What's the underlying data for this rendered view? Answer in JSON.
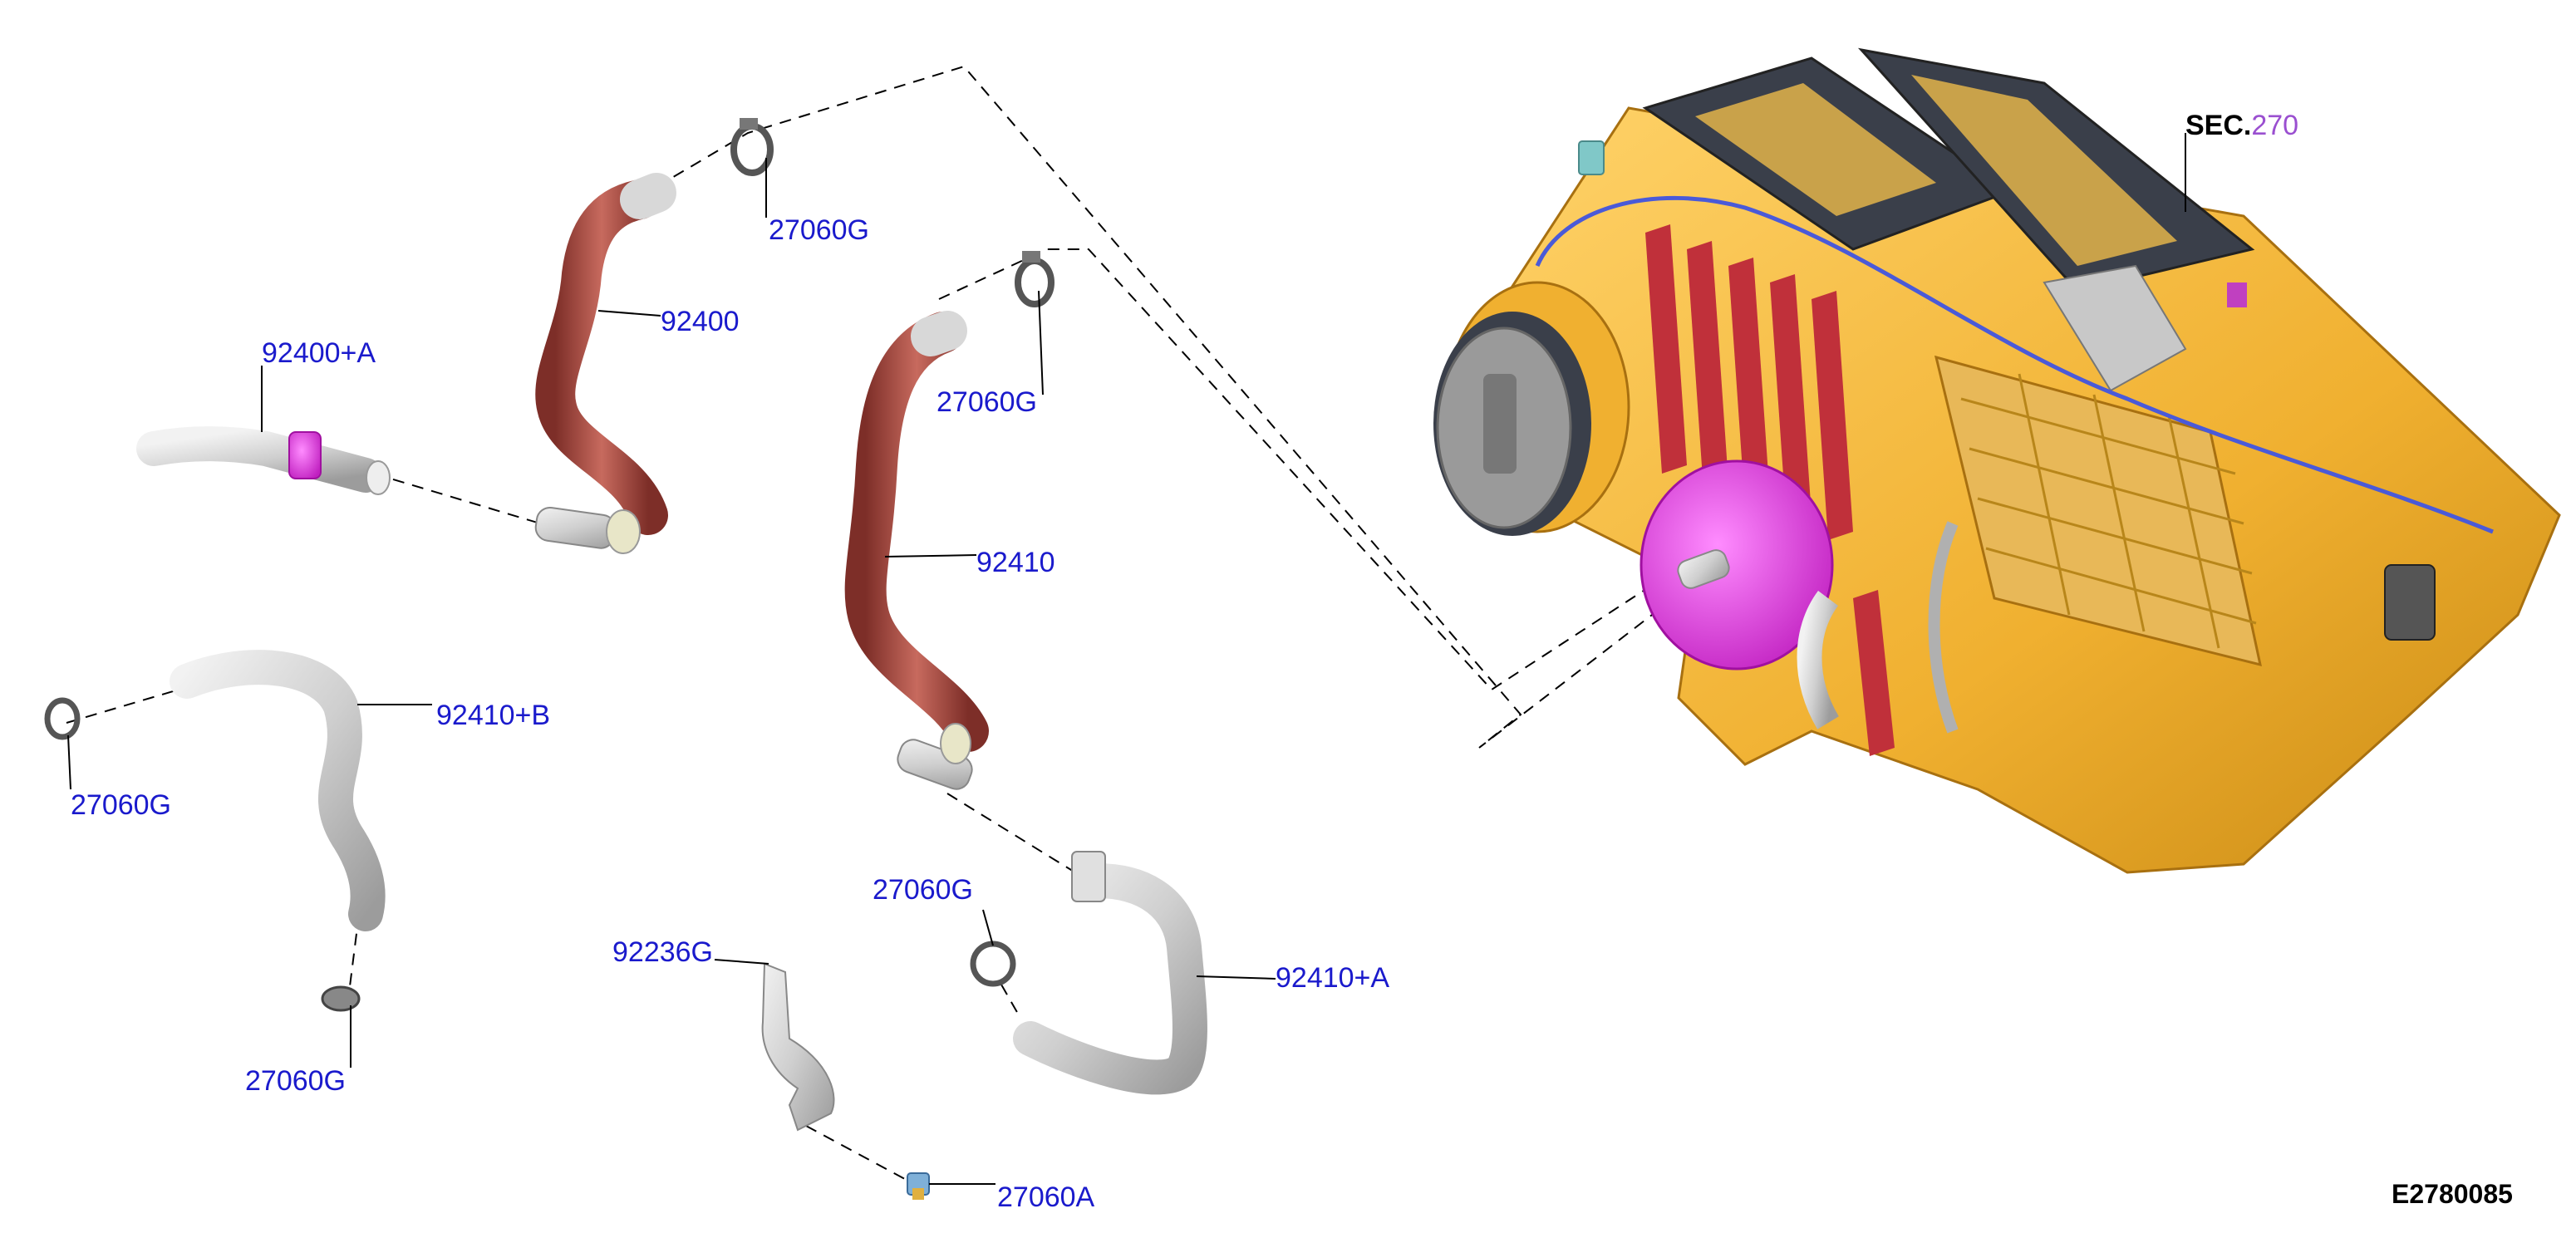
{
  "diagram": {
    "callouts": {
      "c1": "27060G",
      "c2": "92400",
      "c3": "92400+A",
      "c4": "27060G",
      "c5": "92410",
      "c6": "92410+B",
      "c7": "27060G",
      "c8": "27060G",
      "c9": "27060G",
      "c10": "92410+A",
      "c11": "92236G",
      "c12": "27060A"
    },
    "section_ref": {
      "prefix": "SEC.",
      "number": "270"
    },
    "figure_id": "E2780085"
  },
  "colors": {
    "callout_text": "#1a1acc",
    "section_number": "#9a4fd0",
    "hose_red": "#a8493f",
    "hose_grey": "#c9c9c9",
    "hvac_body": "#f0b030",
    "clip_magenta": "#e040e0",
    "frame_dark": "#3a3f4a"
  }
}
